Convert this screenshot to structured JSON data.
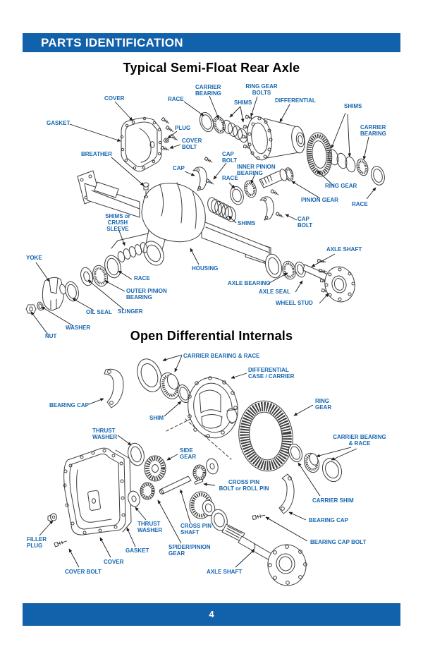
{
  "header": {
    "title": "PARTS IDENTIFICATION"
  },
  "footer": {
    "page_number": "4"
  },
  "colors": {
    "bar_blue": "#1161AB",
    "label_blue": "#1566AF",
    "line_gray": "#3D3D3D"
  },
  "diagram1": {
    "title": "Typical Semi-Float Rear Axle",
    "labels": {
      "cover": "COVER",
      "gasket": "GASKET",
      "race_top": "RACE",
      "carrier_bearing_left": "CARRIER\nBEARING",
      "shims_top": "SHIMS",
      "ring_gear_bolts": "RING GEAR\nBOLTS",
      "differential": "DIFFERENTIAL",
      "shims_right": "SHIMS",
      "carrier_bearing_right": "CARRIER\nBEARING",
      "plug": "PLUG",
      "cover_bolt": "COVER\nBOLT",
      "breather": "BREATHER",
      "cap": "CAP",
      "cap_bolt_upper": "CAP\nBOLT",
      "inner_pinion_bearing": "INNER PINION\nBEARING",
      "race_mid": "RACE",
      "ring_gear": "RING GEAR",
      "pinion_gear": "PINION GEAR",
      "race_far_right": "RACE",
      "cap_bolt_lower": "CAP\nBOLT",
      "shims_or_crush_sleeve": "SHIMS or\nCRUSH SLEEVE",
      "shims_mid": "SHIMS",
      "housing": "HOUSING",
      "yoke": "YOKE",
      "race_lower": "RACE",
      "outer_pinion_bearing": "OUTER PINION\nBEARING",
      "oil_seal": "OIL SEAL",
      "slinger": "SLINGER",
      "washer": "WASHER",
      "nut": "NUT",
      "axle_shaft": "AXLE SHAFT",
      "axle_bearing": "AXLE BEARING",
      "axle_seal": "AXLE SEAL",
      "wheel_stud": "WHEEL STUD"
    }
  },
  "diagram2": {
    "title": "Open Differential Internals",
    "labels": {
      "carrier_bearing_race_left": "CARRIER BEARING & RACE",
      "differential_case": "DIFFERENTIAL\nCASE / CARRIER",
      "bearing_cap_left": "BEARING CAP",
      "shim": "SHIM",
      "thrust_washer_upper": "THRUST\nWASHER",
      "side_gear": "SIDE\nGEAR",
      "ring_gear": "RING\nGEAR",
      "carrier_bearing_race_right": "CARRIER BEARING\n& RACE",
      "cross_pin_bolt": "CROSS PIN\nBOLT or ROLL PIN",
      "carrier_shim": "CARRIER SHIM",
      "bearing_cap_right": "BEARING CAP",
      "bearing_cap_bolt": "BEARING CAP BOLT",
      "filler_plug": "FILLER\nPLUG",
      "thrust_washer_lower": "THRUST\nWASHER",
      "cross_pin_shaft": "CROSS PIN\nSHAFT",
      "spider_pinion_gear": "SPIDER/PINION\nGEAR",
      "gasket": "GASKET",
      "cover": "COVER",
      "cover_bolt": "COVER BOLT",
      "axle_shaft": "AXLE SHAFT"
    }
  }
}
